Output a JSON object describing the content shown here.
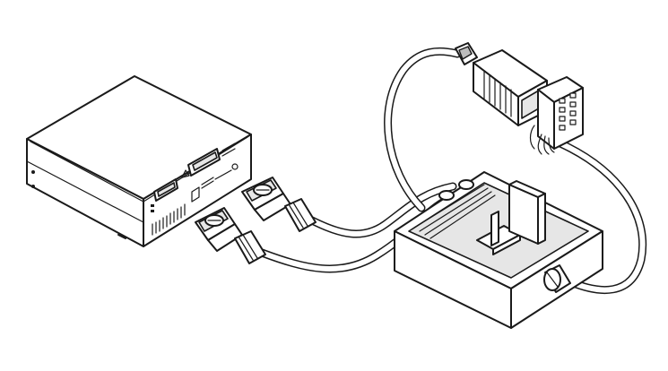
{
  "colors": {
    "line": "#1a1a1a",
    "background": "#ffffff",
    "shade": "#e6e6e6",
    "dark_shade": "#bdbdbd"
  },
  "components": [
    {
      "id": "main-unit",
      "label": ""
    },
    {
      "id": "d-sub-connector-left",
      "label": ""
    },
    {
      "id": "d-sub-connector-right",
      "label": ""
    },
    {
      "id": "module-stack",
      "label": ""
    },
    {
      "id": "terminal-box",
      "label": ""
    }
  ]
}
